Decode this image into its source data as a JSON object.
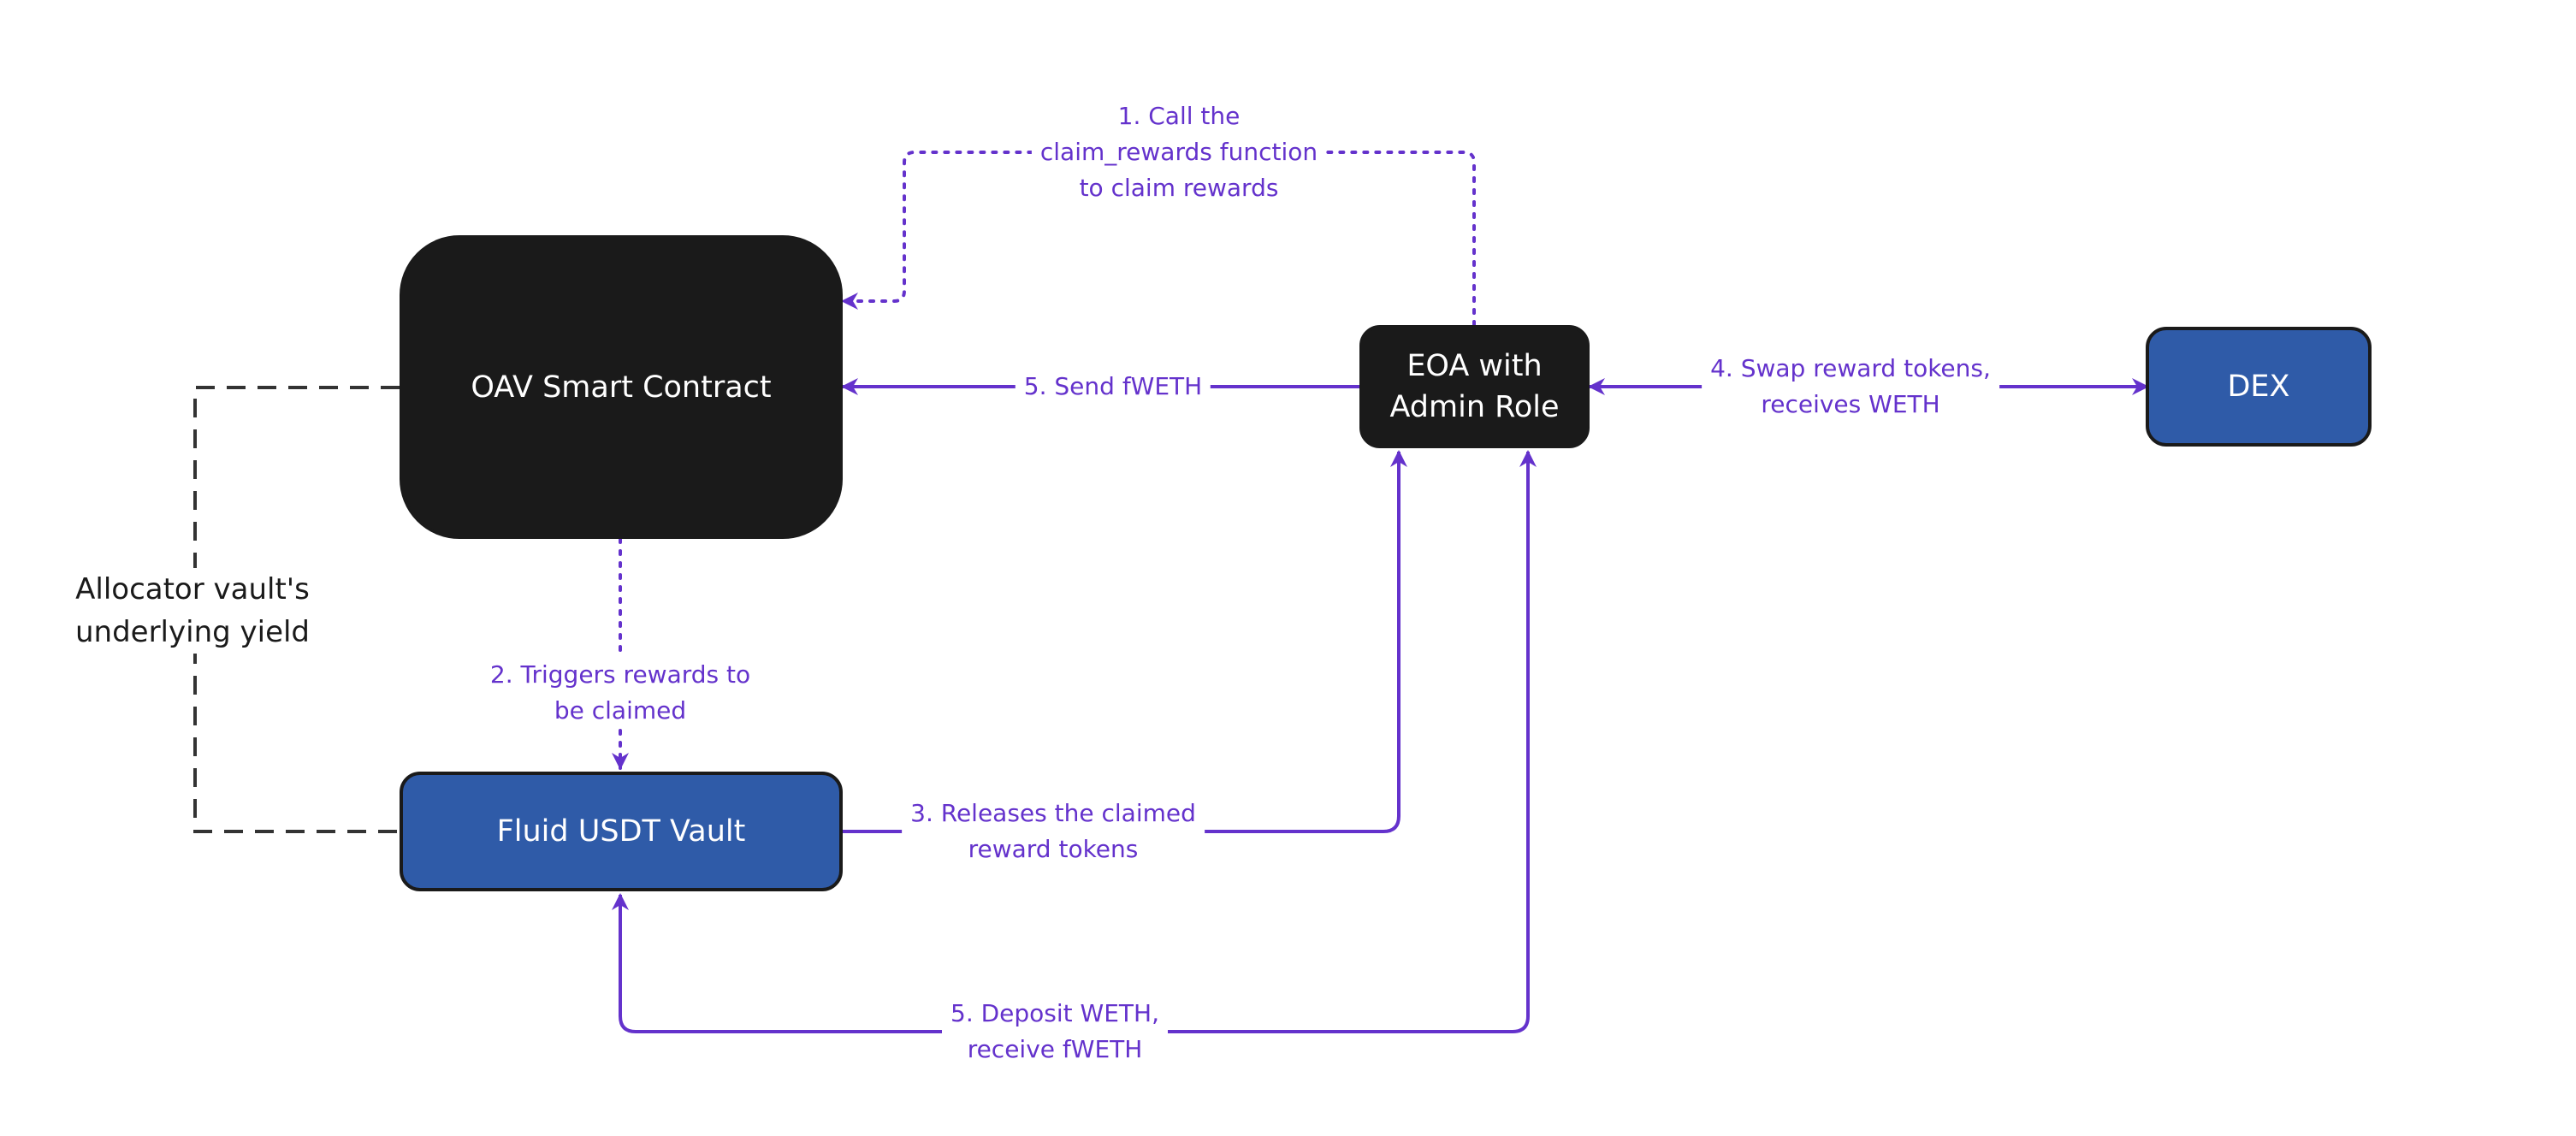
{
  "nodes": {
    "oav": "OAV Smart Contract",
    "eoa": "EOA with\nAdmin Role",
    "dex": "DEX",
    "fluid": "Fluid USDT Vault"
  },
  "edges": {
    "claim_call": "1. Call the\nclaim_rewards function\nto claim rewards",
    "triggers": "2. Triggers rewards to\nbe claimed",
    "releases": "3. Releases the claimed\nreward tokens",
    "swap": "4. Swap reward tokens,\nreceives WETH",
    "send_fweth": "5. Send fWETH",
    "deposit": "5. Deposit WETH,\nreceive fWETH",
    "yield": "Allocator vault's\nunderlying yield"
  },
  "colors": {
    "edge": "#6432cc",
    "dark_node": "#1a1a1a",
    "blue_node": "#2f5ba8",
    "dashed": "#333333"
  }
}
